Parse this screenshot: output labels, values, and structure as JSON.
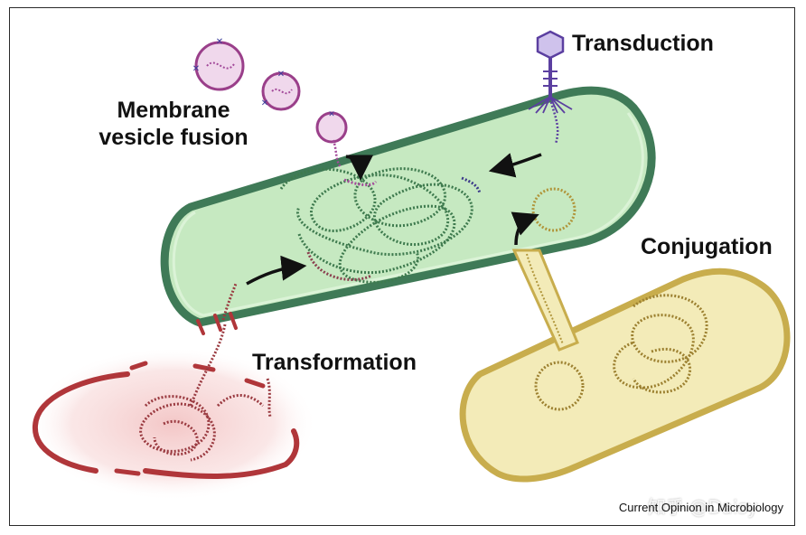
{
  "labels": {
    "vesicle_line1": "Membrane",
    "vesicle_line2": "vesicle fusion",
    "transduction": "Transduction",
    "conjugation": "Conjugation",
    "transformation": "Transformation"
  },
  "credit": "Current Opinion in Microbiology",
  "watermark": "知乎 @Daisy",
  "colors": {
    "recipient_fill": "#cdeec8",
    "recipient_stroke": "#3f7a57",
    "donor_conj_fill": "#f3ebb8",
    "donor_conj_stroke": "#c8ad4d",
    "donor_trans_fill": "#f6cfcf",
    "donor_trans_stroke": "#b0363a",
    "vesicle_fill": "#f0d8ec",
    "vesicle_stroke": "#9a3f8a",
    "phage": "#5b3fa0",
    "arrow": "#111111"
  },
  "icons": [
    "phage-icon",
    "vesicle-icon",
    "plasmid-icon",
    "arrow-icon"
  ]
}
